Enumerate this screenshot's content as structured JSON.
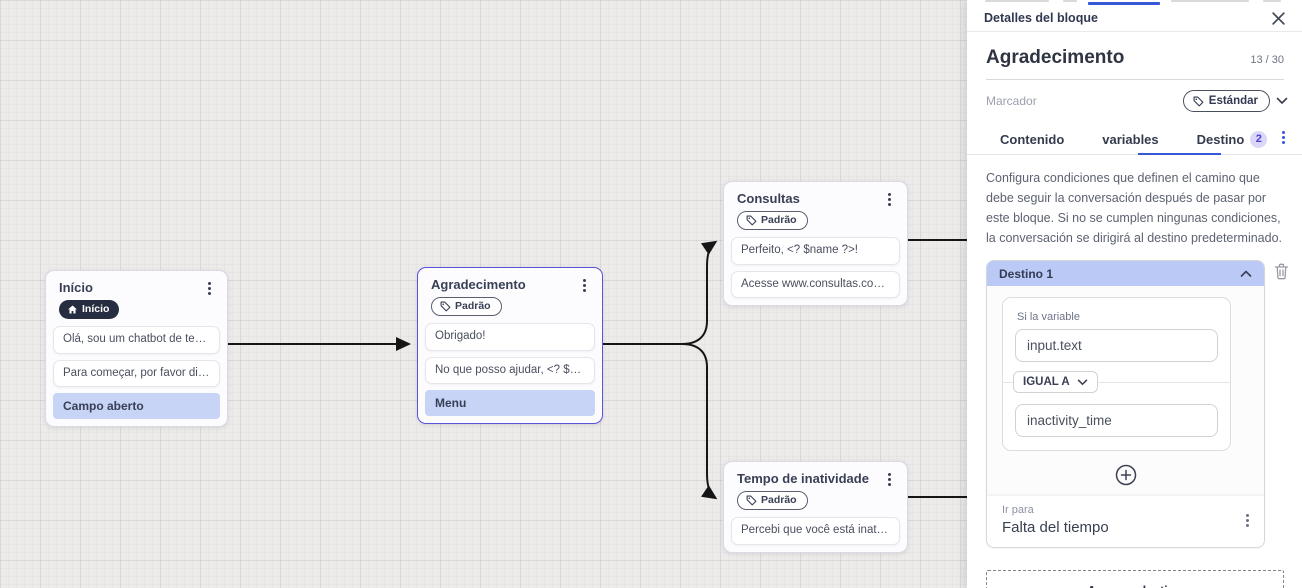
{
  "canvas": {
    "nodes": [
      {
        "id": "inicio",
        "title": "Início",
        "selected": false,
        "badge": {
          "type": "dark",
          "icon": "home",
          "label": "Início"
        },
        "rows": [
          {
            "type": "message",
            "text": "Olá, sou um chatbot de teste!"
          },
          {
            "type": "message",
            "text": "Para começar, por favor digite o ..."
          },
          {
            "type": "action",
            "text": "Campo aberto"
          }
        ]
      },
      {
        "id": "agradecimento",
        "title": "Agradecimento",
        "selected": true,
        "badge": {
          "type": "outline",
          "icon": "tag",
          "label": "Padrão"
        },
        "rows": [
          {
            "type": "message",
            "text": "Obrigado!"
          },
          {
            "type": "message",
            "text": "No que posso ajudar, <? $name ..."
          },
          {
            "type": "action",
            "text": "Menu"
          }
        ]
      },
      {
        "id": "consultas",
        "title": "Consultas",
        "selected": false,
        "badge": {
          "type": "outline",
          "icon": "tag",
          "label": "Padrão"
        },
        "rows": [
          {
            "type": "message",
            "text": "Perfeito, <? $name ?>!"
          },
          {
            "type": "message",
            "text": "Acesse www.consultas.com par..."
          }
        ]
      },
      {
        "id": "tempo",
        "title": "Tempo de inatividade",
        "selected": false,
        "badge": {
          "type": "outline",
          "icon": "tag",
          "label": "Padrão"
        },
        "rows": [
          {
            "type": "message",
            "text": "Percebi que você está inativo. C..."
          }
        ]
      }
    ]
  },
  "panel": {
    "header": {
      "title": "Detalles del bloque"
    },
    "block_name": {
      "value": "Agradecimento",
      "counter": "13 / 30"
    },
    "marcador": {
      "label": "Marcador",
      "value": "Estándar"
    },
    "tabs": [
      {
        "label": "Contenido"
      },
      {
        "label": "variables"
      },
      {
        "label": "Destino",
        "badge": "2",
        "active": true
      }
    ],
    "description": "Configura condiciones que definen el camino que debe seguir la conversación después de pasar por este bloque. Si no se cumplen ningunas condiciones, la conversación se dirigirá al destino predeterminado.",
    "destino": {
      "title": "Destino 1",
      "condition": {
        "if_label": "Si la variable",
        "variable": "input.text",
        "operator": "IGUAL A",
        "value": "inactivity_time"
      },
      "go_to": {
        "label": "Ir para",
        "value": "Falta del tiempo"
      }
    },
    "add_button_label": "Agregar destino"
  },
  "colors": {
    "accent_blue": "#3657D8",
    "selected_node_border": "#5A53DC",
    "action_row_bg": "#C7D4F6",
    "dest_header_bg": "#BAC9F5",
    "dark_badge_bg": "#272D41",
    "edge_color": "#161616"
  }
}
